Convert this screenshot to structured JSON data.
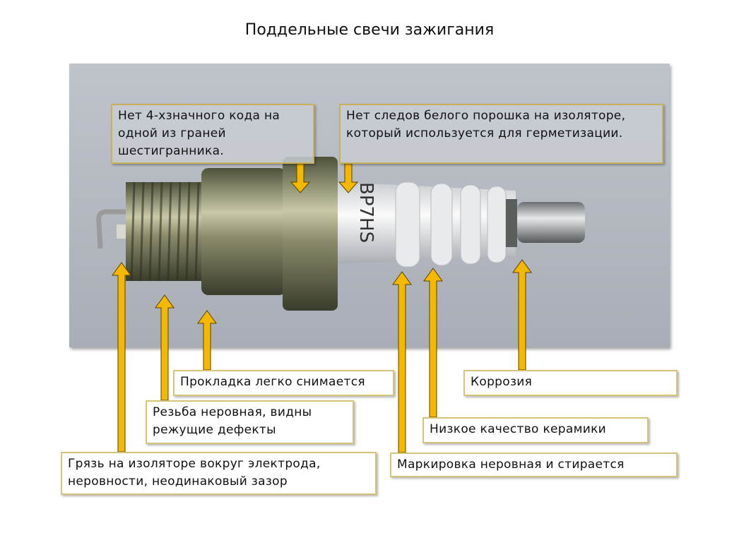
{
  "title": "Поддельные свечи зажигания",
  "plug_marking": "BP7HS",
  "arrow_color": "#f5b800",
  "callouts": {
    "hex_code": "Нет 4-хзначного кода на одной из граней шестигранника.",
    "white_powder": "Нет следов белого порошка на изоляторе, который используется для герметизации.",
    "gasket": "Прокладка легко снимается",
    "corrosion": "Коррозия",
    "thread": "Резьба неровная, видны режущие дефекты",
    "ceramic": "Низкое качество керамики",
    "dirt": "Грязь на изоляторе вокруг электрода, неровности, неодинаковый зазор",
    "marking": "Маркировка неровная и стирается"
  }
}
